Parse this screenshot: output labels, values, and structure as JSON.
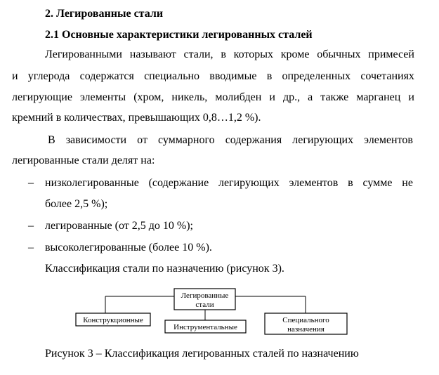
{
  "heading": "2. Легированные стали",
  "subheading": "2.1 Основные характеристики легированных сталей",
  "para1": {
    "line1": [
      "Легированными",
      "называют",
      "стали,",
      "в",
      "которых",
      "кроме",
      "обычных",
      "примесей"
    ],
    "line2": [
      "и",
      "углерода",
      "содержатся",
      "специально",
      "вводимые",
      "в",
      "определенных",
      "сочетаниях"
    ],
    "line3": [
      "легирующие",
      "элементы",
      "(хром,",
      "никель,",
      "молибден",
      "и",
      "др.,",
      "а",
      "также",
      "марганец",
      "и"
    ],
    "line4": "кремний в количествах, превышающих 0,8…1,2 %)."
  },
  "para2": {
    "line1": [
      "В",
      "зависимости",
      "от",
      "суммарного",
      "содержания",
      "легирующих",
      "элементов"
    ],
    "line2": "легированные стали делят на:"
  },
  "list": {
    "dash": "–",
    "item1_line1": [
      "низколегированные",
      "(содержание",
      "легирующих",
      "элементов",
      "в",
      "сумме",
      "не"
    ],
    "item1_line2": "более 2,5 %);",
    "item2": "легированные (от 2,5 до 10 %);",
    "item3": "высоколегированные (более 10 %)."
  },
  "classification_text": "Классификация стали по назначению (рисунок 3).",
  "diagram": {
    "root": [
      "Легированные",
      "стали"
    ],
    "child1": "Конструкционные",
    "child2": "Инструментальные",
    "child3": [
      "Специального",
      "назначения"
    ]
  },
  "caption": "Рисунок 3 – Классификация легированных сталей по назначению"
}
